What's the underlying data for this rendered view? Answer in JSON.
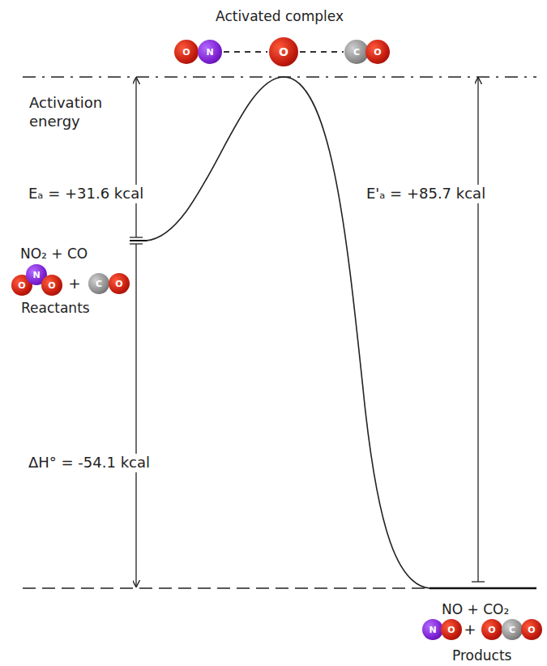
{
  "diagram": {
    "labels": [
      "Activated complex",
      "O",
      "N",
      "O",
      "C",
      "O",
      "Activation energy",
      "Eₐ = +31.6 kcal",
      "E'ₐ = +85.7 kcal",
      "NO₂ + CO",
      "O",
      "N",
      "O",
      "+",
      "C",
      "O",
      "Reactants",
      "ΔH° = -54.1 kcal",
      "NO + CO₂",
      "N",
      "O",
      "+",
      "O",
      "C",
      "O",
      "Products"
    ]
  }
}
